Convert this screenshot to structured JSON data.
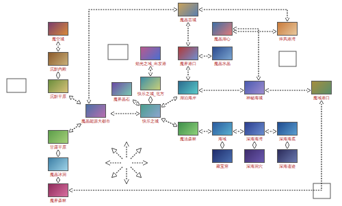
{
  "diagram": {
    "nodes": [
      {
        "text": [
          "魔晶古城"
        ]
      },
      {
        "text": [
          "魔空城"
        ]
      },
      {
        "text": [
          "沉默内殿"
        ]
      },
      {
        "text": [
          "沉默平原"
        ]
      },
      {
        "text": [
          "魔晶能源大都市"
        ]
      },
      {
        "text": [
          "甘露平原"
        ]
      },
      {
        "text": [
          "魔晶冰洞"
        ]
      },
      {
        "text": [
          "魔界森林"
        ]
      },
      {
        "text": [
          "焰光之域_出发港"
        ]
      },
      {
        "text": [
          "快乐之城_北方"
        ]
      },
      {
        "text": [
          "魔界晶石"
        ]
      },
      {
        "text": [
          "快乐之城"
        ]
      },
      {
        "text": [
          "魔界港口"
        ]
      },
      {
        "text": [
          "魔晶湖心"
        ]
      },
      {
        "text": [
          "魔晶水晶"
        ]
      },
      {
        "text": [
          "许风港湾"
        ]
      },
      {
        "text": [
          "湖泊海岸"
        ]
      },
      {
        "text": [
          "神秘海城"
        ]
      },
      {
        "text": [
          "魔域港口"
        ]
      },
      {
        "text": [
          "魔法森林"
        ]
      },
      {
        "text": [
          "海域"
        ]
      },
      {
        "text": [
          "藏宝窟"
        ]
      },
      {
        "text": [
          "深海海湾"
        ]
      },
      {
        "text": [
          "深海洞穴"
        ]
      },
      {
        "text": [
          "深海海底"
        ]
      },
      {
        "text": [
          "深海遗迹"
        ]
      }
    ],
    "edges": [
      {
        "from": 1,
        "to": 2,
        "arrow": "both"
      },
      {
        "from": 2,
        "to": 3,
        "arrow": "both"
      },
      {
        "from": 3,
        "to": 4,
        "arrow": "both"
      },
      {
        "from": 4,
        "to": 5,
        "arrow": "both"
      },
      {
        "from": 5,
        "to": 6,
        "arrow": "both"
      },
      {
        "from": 6,
        "to": 7,
        "arrow": "both"
      },
      {
        "from": 7,
        "to": 18,
        "arrow": "both"
      },
      {
        "from": 4,
        "to": 0,
        "arrow": "both"
      },
      {
        "from": 0,
        "to": 15,
        "arrow": "both"
      },
      {
        "from": 4,
        "to": 11,
        "arrow": "both"
      },
      {
        "from": 11,
        "to": 9,
        "arrow": "both"
      },
      {
        "from": 9,
        "to": 8,
        "arrow": "both"
      },
      {
        "from": 11,
        "to": 10,
        "arrow": "both"
      },
      {
        "from": 11,
        "to": 16,
        "arrow": "both"
      },
      {
        "from": 11,
        "to": 19,
        "arrow": "both"
      },
      {
        "from": 16,
        "to": 12,
        "arrow": "both"
      },
      {
        "from": 12,
        "to": 0,
        "arrow": "both"
      },
      {
        "from": 12,
        "to": 14,
        "arrow": "both"
      },
      {
        "from": 13,
        "to": 15,
        "arrow": "both"
      },
      {
        "from": 13,
        "to": 17,
        "arrow": "both"
      },
      {
        "from": 16,
        "to": 17,
        "arrow": "both"
      },
      {
        "from": 17,
        "to": 18,
        "arrow": "both"
      },
      {
        "from": 19,
        "to": 20,
        "arrow": "both"
      },
      {
        "from": 20,
        "to": 22,
        "arrow": "both"
      },
      {
        "from": 22,
        "to": 24,
        "arrow": "both"
      },
      {
        "from": 20,
        "to": 21,
        "arrow": "both"
      },
      {
        "from": 22,
        "to": 23,
        "arrow": "both"
      },
      {
        "from": 24,
        "to": 25,
        "arrow": "both"
      }
    ]
  }
}
